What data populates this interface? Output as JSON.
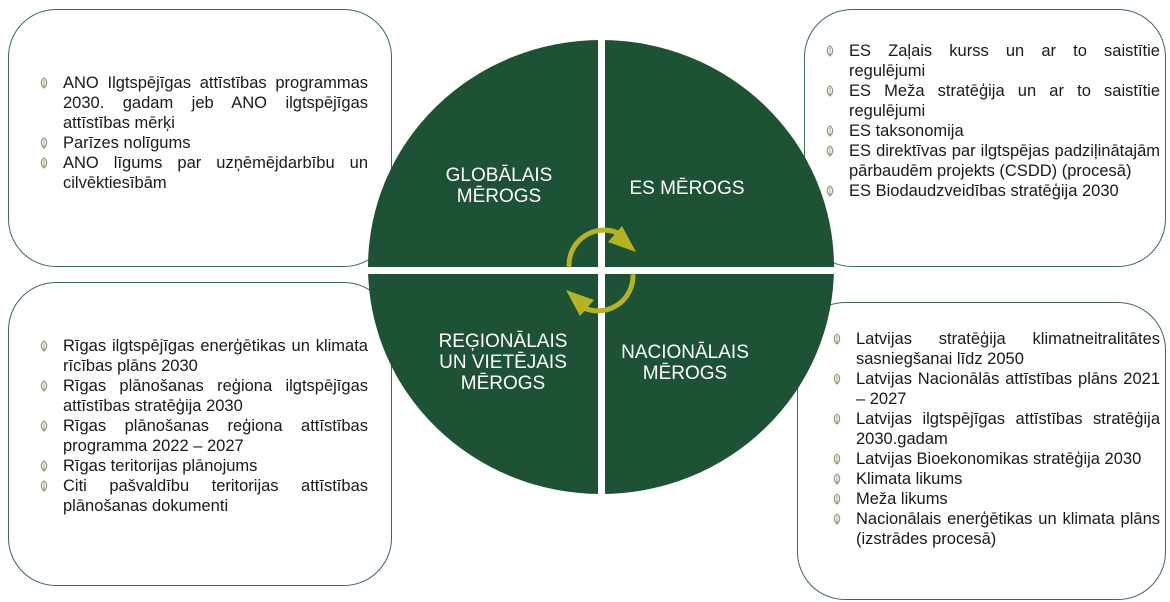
{
  "quadrants": {
    "global": {
      "label": "GLOBĀLAIS\nMĒROGS",
      "items": [
        "ANO Ilgtspējīgas attīstības programmas 2030. gadam jeb ANO ilgtspējīgas attīstības mērķi",
        "Parīzes nolīgums",
        "ANO līgums par uzņēmējdarbību un cilvēktiesībām"
      ]
    },
    "es": {
      "label": "ES MĒROGS",
      "items": [
        "ES Zaļais kurss un ar to saistītie regulējumi",
        "ES Meža stratēģija un ar to saistītie regulējumi",
        "ES taksonomija",
        "ES direktīvas par ilgtspējas padziļinātajām pārbaudēm projekts (CSDD) (procesā)",
        "ES Biodaudzveidības stratēģija 2030"
      ]
    },
    "regional": {
      "label": "REĢIONĀLAIS\nUN VIETĒJAIS\nMĒROGS",
      "items": [
        "Rīgas ilgtspējīgas enerģētikas un klimata rīcības plāns 2030",
        "Rīgas plānošanas reģiona ilgtspējīgas attīstības stratēģija 2030",
        "Rīgas plānošanas reģiona attīstības programma 2022 – 2027",
        "Rīgas teritorijas plānojums",
        "Citi pašvaldību teritorijas attīstības plānošanas dokumenti"
      ]
    },
    "national": {
      "label": "NACIONĀLAIS\nMĒROGS",
      "items": [
        "Latvijas stratēģija klimatneitralitātes sasniegšanai līdz 2050",
        "Latvijas Nacionālās attīstības plāns 2021 – 2027",
        "Latvijas ilgtspējīgas attīstības stratēģija 2030.gadam",
        "Latvijas Bioekonomikas stratēģija 2030",
        "Klimata likums",
        "Meža likums",
        "Nacionālais enerģētikas un klimata plāns (izstrādes procesā)"
      ]
    }
  },
  "colors": {
    "circle": "#1e5235",
    "arrows": "#b6b322",
    "box_border": "#3f6b4f",
    "bullet": "#8a9a7a"
  },
  "icons": {
    "bullet": "leaf-bullet-icon",
    "arrows": "cycle-arrows-icon"
  }
}
